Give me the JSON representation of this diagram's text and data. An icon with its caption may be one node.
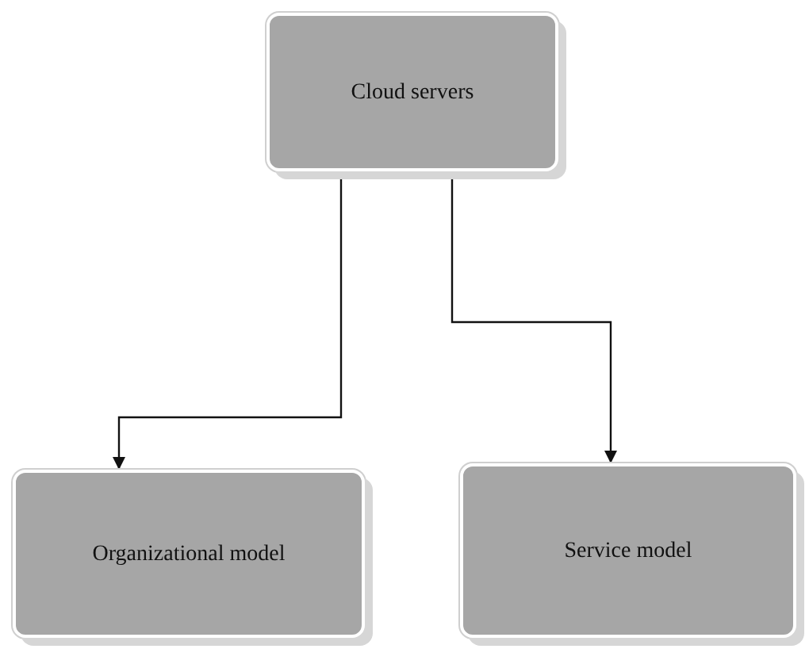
{
  "diagram": {
    "nodes": [
      {
        "text": [
          "Cloud servers"
        ]
      },
      {
        "text": [
          "Organizational model"
        ]
      },
      {
        "text": [
          "Service model"
        ]
      }
    ],
    "edges": [
      {
        "from": 0,
        "to": 1,
        "arrow": "to"
      },
      {
        "from": 0,
        "to": 2,
        "arrow": "to"
      }
    ]
  }
}
